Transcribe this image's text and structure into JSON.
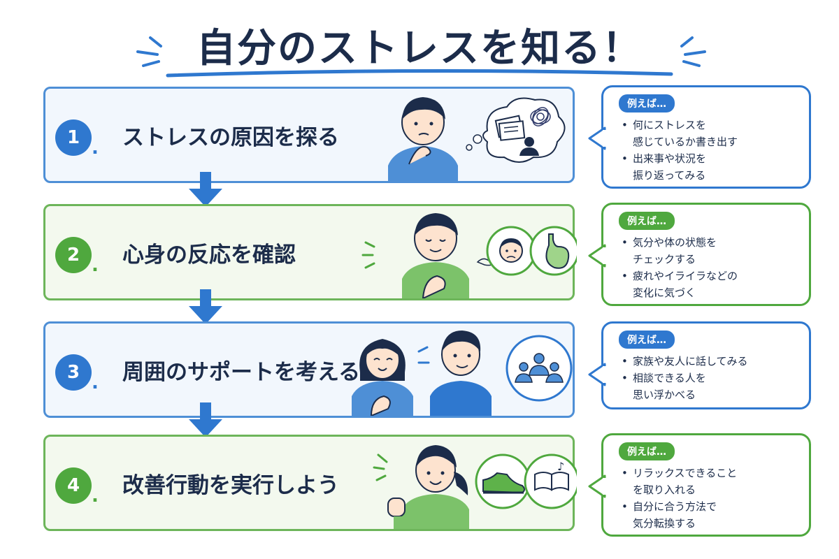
{
  "title": "自分のストレスを知る！",
  "colors": {
    "blue": "#2f78cf",
    "green": "#4fa83e",
    "navy": "#1c2c4a"
  },
  "steps": [
    {
      "number": "1",
      "dot": ".",
      "title": "ストレスの原因を探る",
      "theme": "blue",
      "icons": [
        "thinking-person-icon",
        "papers-icon",
        "tangled-thoughts-icon",
        "person-icon"
      ],
      "example": {
        "badge": "例えば…",
        "items": [
          "何にストレスを\n感じているか書き出す",
          "出来事や状況を\n振り返ってみる"
        ]
      }
    },
    {
      "number": "2",
      "dot": ".",
      "title": "心身の反応を確認",
      "theme": "green",
      "icons": [
        "calm-person-icon",
        "sad-face-icon",
        "stomach-icon"
      ],
      "example": {
        "badge": "例えば…",
        "items": [
          "気分や体の状態を\nチェックする",
          "疲れやイライラなどの\n変化に気づく"
        ]
      }
    },
    {
      "number": "3",
      "dot": ".",
      "title": "周囲のサポートを考える",
      "theme": "blue",
      "icons": [
        "two-people-talking-icon",
        "group-icon"
      ],
      "example": {
        "badge": "例えば…",
        "items": [
          "家族や友人に話してみる",
          "相談できる人を\n思い浮かべる"
        ]
      }
    },
    {
      "number": "4",
      "dot": ".",
      "title": "改善行動を実行しよう",
      "theme": "green",
      "icons": [
        "determined-person-icon",
        "sneaker-icon",
        "book-music-icon"
      ],
      "example": {
        "badge": "例えば…",
        "items": [
          "リラックスできること\nを取り入れる",
          "自分に合う方法で\n気分転換する"
        ]
      }
    }
  ]
}
